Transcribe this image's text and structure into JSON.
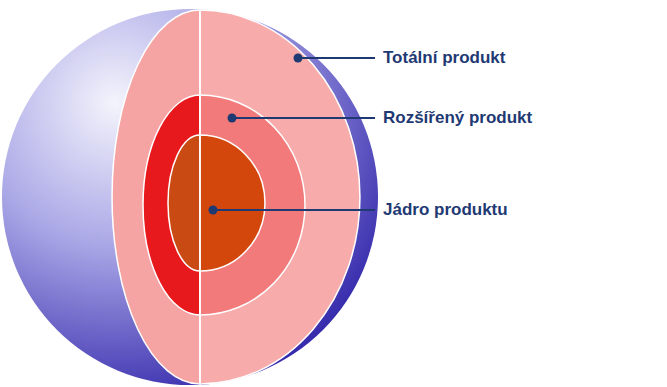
{
  "diagram": {
    "labels": [
      "Totální produkt",
      "Rozšířený produkt",
      "Jádro produktu"
    ]
  }
}
